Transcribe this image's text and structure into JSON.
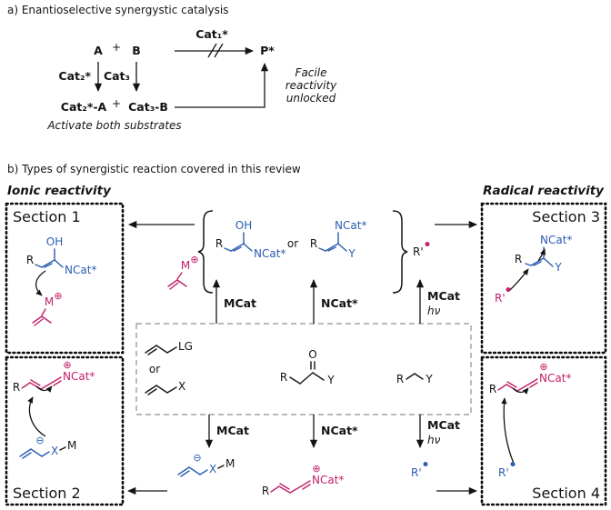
{
  "figure": {
    "panel_a": {
      "title": "a) Enantioselective synergystic catalysis",
      "substrate_a": "A",
      "substrate_b": "B",
      "plus": "+",
      "cat1": "Cat₁*",
      "product": "P*",
      "cat2": "Cat₂*",
      "cat3": "Cat₃",
      "adduct_a": "Cat₂*-A",
      "adduct_b": "Cat₃-B",
      "facile_line1": "Facile",
      "facile_line2": "reactivity",
      "facile_line3": "unlocked",
      "activate": "Activate both substrates"
    },
    "panel_b": {
      "title": "b) Types of synergistic reaction covered in this review",
      "ionic_label": "Ionic reactivity",
      "radical_label": "Radical reactivity",
      "section1": "Section 1",
      "section2": "Section 2",
      "section3": "Section 3",
      "section4": "Section 4",
      "or": "or",
      "mcat": "MCat",
      "ncat": "NCat*",
      "hv": "hν"
    },
    "atoms": {
      "R": "R",
      "R_prime": "R'",
      "radical_dot": "•",
      "OH": "OH",
      "NCat": "NCat*",
      "Y": "Y",
      "X": "X",
      "M": "M",
      "LG": "LG",
      "O": "O",
      "plus_charge": "⊕",
      "minus_charge": "⊖"
    },
    "colors": {
      "blue": "#2a5db0",
      "crimson": "#c2206a",
      "black": "#141414"
    }
  }
}
